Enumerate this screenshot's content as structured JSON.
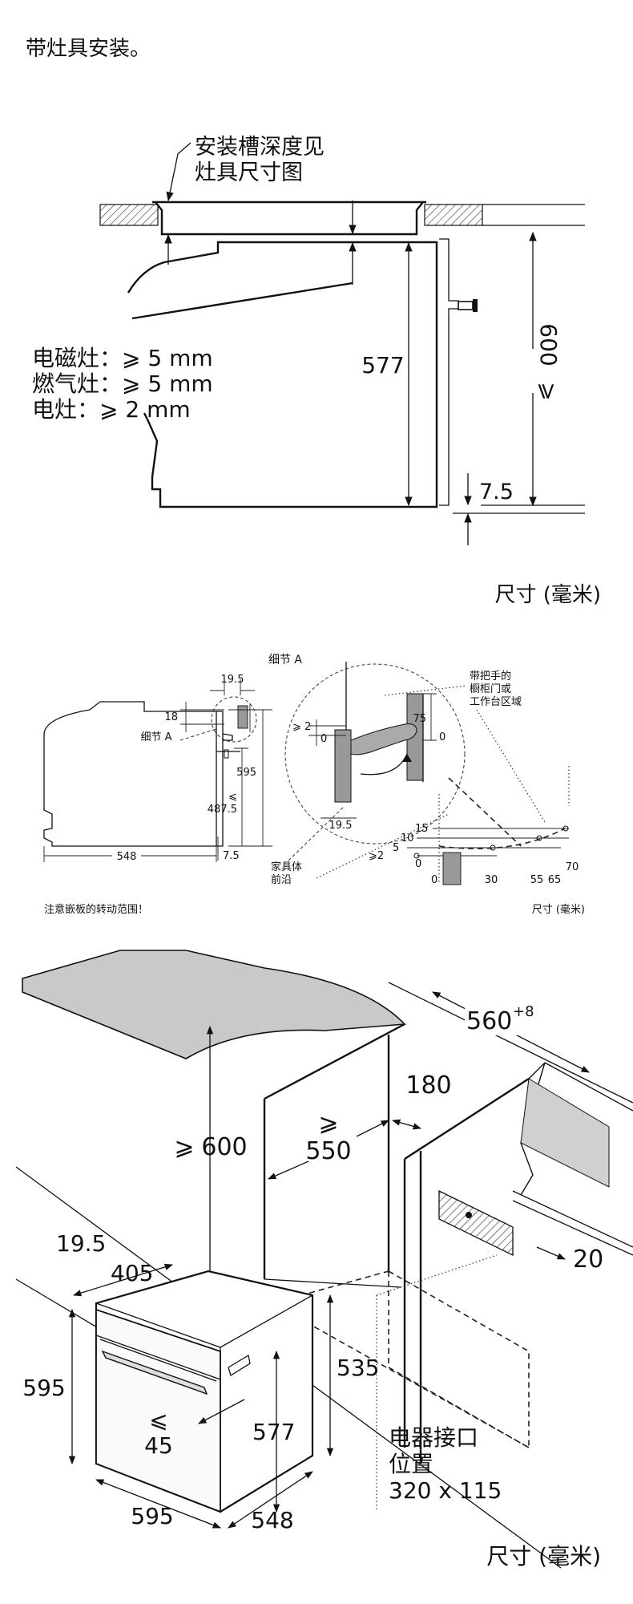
{
  "intro": "带灶具安装。",
  "section1": {
    "callout_line1": "安装槽深度见",
    "callout_line2": "灶具尺寸图",
    "req_induction": "电磁灶：⩾ 5 mm",
    "req_gas": "燃气灶：⩾ 5 mm",
    "req_electric": "电灶：⩾ 2 mm",
    "dim_577": "577",
    "dim_600": "600",
    "dim_600_sign": "⩾",
    "dim_7_5": "7.5",
    "units": "尺寸 (毫米)"
  },
  "section2": {
    "dim_19_5_top": "19.5",
    "dim_18": "18",
    "detail_a_label_left": "细节 A",
    "dim_595": "595",
    "dim_487_5_sign": "⩽",
    "dim_487_5": "487.5",
    "dim_548": "548",
    "dim_7_5": "7.5",
    "detail_a_title": "细节 A",
    "dim_75": "75",
    "dim_0_right": "0",
    "dim_ge2": "⩾ 2",
    "dim_0_left": "0",
    "dim_19_5_bottom": "19.5",
    "furniture_front_line1": "家具体",
    "furniture_front_line2": "前沿",
    "handle_note_line1": "带把手的",
    "handle_note_line2": "橱柜门或",
    "handle_note_line3": "工作台区域",
    "scale_15": "15",
    "scale_10": "10",
    "scale_5": "5",
    "scale_ge2": "⩾2",
    "scale_0_a": "0",
    "scale_0_b": "0",
    "scale_30": "30",
    "scale_55": "55",
    "scale_65": "65",
    "scale_70": "70",
    "warning": "注意嵌板的转动范围！",
    "units": "尺寸 (毫米)"
  },
  "section3": {
    "dim_560": "560",
    "dim_560_sup": "+8",
    "dim_180": "180",
    "dim_600_sign": "⩾",
    "dim_600": "600",
    "dim_550_sign": "⩾",
    "dim_550": "550",
    "dim_20": "20",
    "dim_19_5": "19.5",
    "dim_405": "405",
    "dim_595_h": "595",
    "dim_535": "535",
    "dim_45_sign": "⩽",
    "dim_45": "45",
    "dim_577": "577",
    "dim_595_w": "595",
    "dim_548": "548",
    "socket_line1": "电器接口",
    "socket_line2": "位置",
    "socket_line3": "320 x 115",
    "units": "尺寸 (毫米)"
  }
}
